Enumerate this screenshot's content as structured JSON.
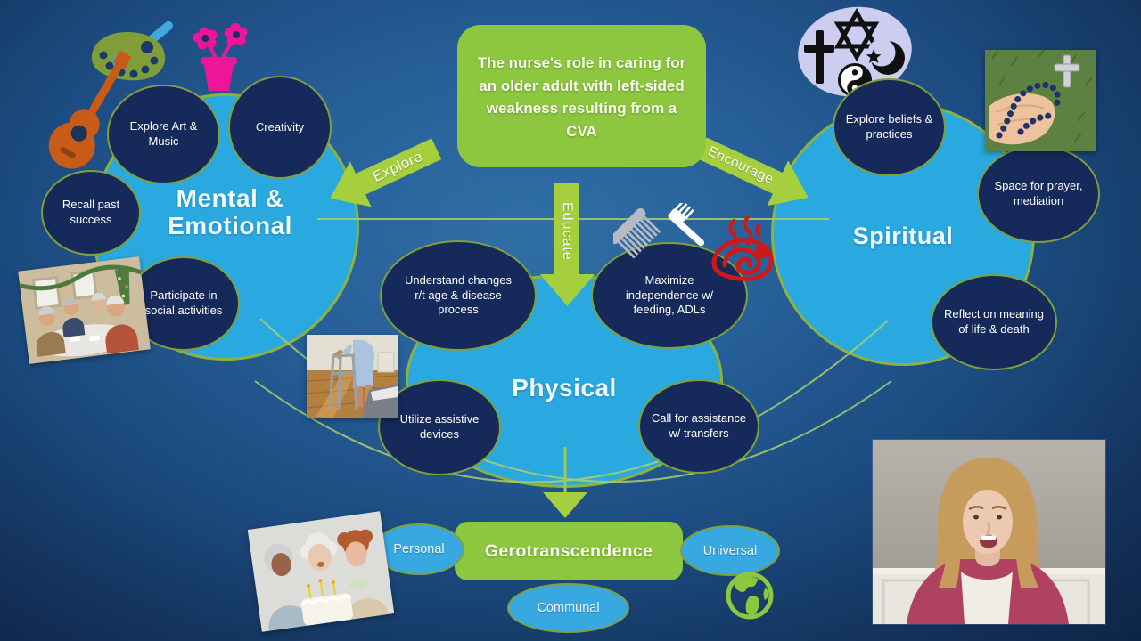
{
  "slide": {
    "title": "The nurse's role in caring for an older adult with left-sided weakness resulting from a CVA"
  },
  "arrows": {
    "explore": "Explore",
    "educate": "Educate",
    "encourage": "Encourage"
  },
  "mental": {
    "label": "Mental & Emotional",
    "art": "Explore Art & Music",
    "creativity": "Creativity",
    "recall": "Recall past success",
    "social": "Participate in social activities"
  },
  "physical": {
    "label": "Physical",
    "understand": "Understand changes r/t age & disease process",
    "maximize": "Maximize independence w/ feeding, ADLs",
    "assistive": "Utilize assistive devices",
    "transfers": "Call for assistance w/ transfers"
  },
  "spiritual": {
    "label": "Spiritual",
    "beliefs": "Explore beliefs & practices",
    "prayer": "Space for prayer, mediation",
    "reflect": "Reflect on meaning of life & death"
  },
  "gero": {
    "label": "Gerotranscendence",
    "personal": "Personal",
    "universal": "Universal",
    "communal": "Communal"
  },
  "icons": {
    "palette": "paint-palette-icon",
    "guitar": "guitar-icon",
    "flowers": "flower-pot-icon",
    "religions": "religious-symbols-icon",
    "comb": "comb-icon",
    "toothbrush": "toothbrush-icon",
    "food": "hot-meal-icon",
    "earth": "earth-icon",
    "photos": [
      "seniors-social-dining-photo",
      "patient-with-walker-photo",
      "seniors-birthday-cake-photo",
      "rosary-in-hand-photo"
    ],
    "webcam": "presenter-webcam-video"
  },
  "colors": {
    "background_center": "#306fa6",
    "background_edge": "#0e2546",
    "bubble_blue": "#2aa9e0",
    "node_navy": "#15295a",
    "olive_border": "#7fa03c",
    "green": "#8dc63f",
    "arrow_green": "#a5cf3d"
  }
}
